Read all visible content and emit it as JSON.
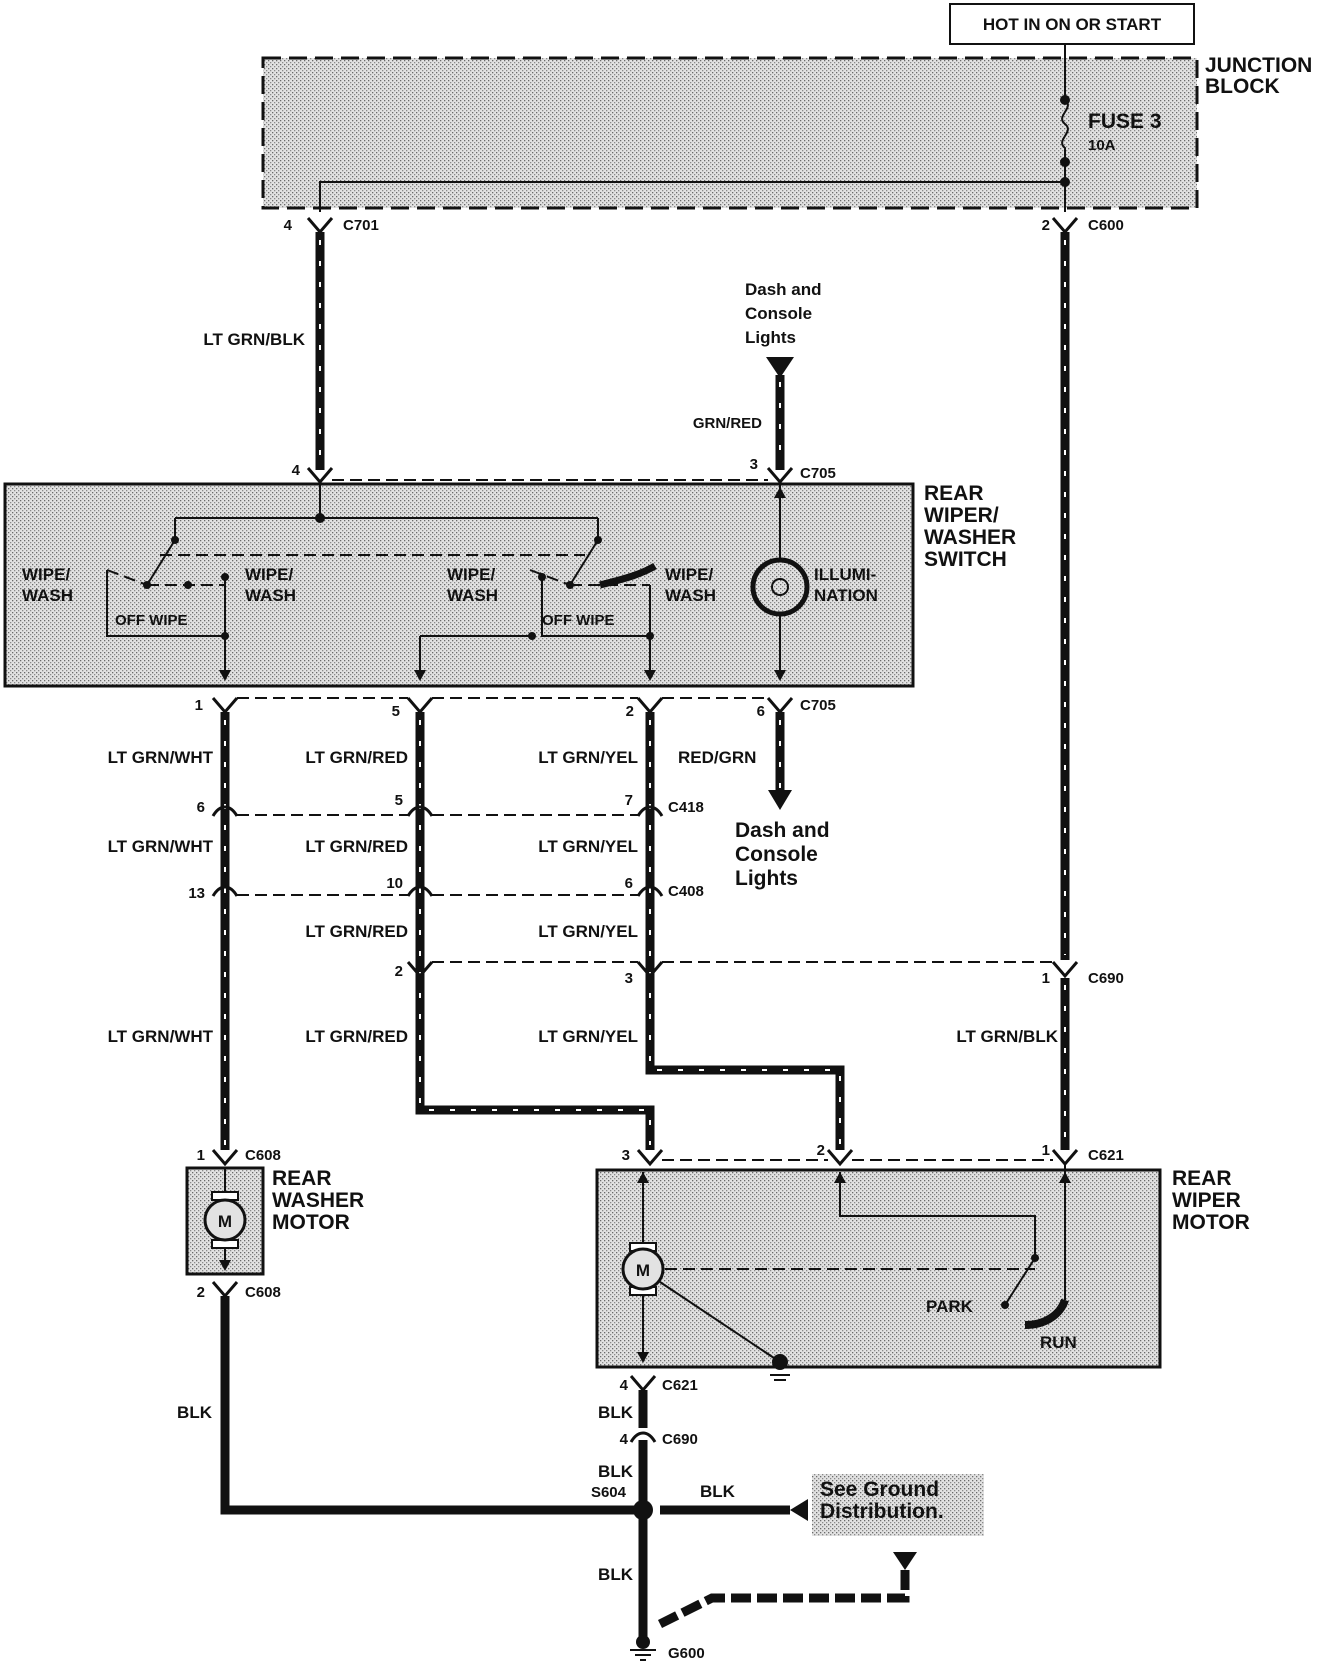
{
  "power": {
    "header": "HOT IN ON OR START"
  },
  "junction": {
    "line1": "JUNCTION",
    "line2": "BLOCK",
    "fuse_name": "FUSE 3",
    "fuse_rating": "10A"
  },
  "connectors": {
    "c701": "C701",
    "c600": "C600",
    "c705": "C705",
    "c418": "C418",
    "c408": "C408",
    "c690": "C690",
    "c608": "C608",
    "c621": "C621",
    "s604": "S604",
    "g600": "G600"
  },
  "pins": {
    "p4": "4",
    "p2": "2",
    "p3": "3",
    "p1": "1",
    "p5": "5",
    "p6": "6",
    "p7": "7",
    "p13": "13",
    "p10": "10"
  },
  "wires": {
    "ltgrn_blk": "LT GRN/BLK",
    "grn_red": "GRN/RED",
    "ltgrn_wht": "LT GRN/WHT",
    "ltgrn_red": "LT GRN/RED",
    "ltgrn_yel": "LT GRN/YEL",
    "red_grn": "RED/GRN",
    "blk": "BLK"
  },
  "dash_lights": {
    "line1": "Dash and",
    "line2": "Console",
    "line3": "Lights"
  },
  "switch": {
    "title1": "REAR",
    "title2": "WIPER/",
    "title3": "WASHER",
    "title4": "SWITCH",
    "wipe": "WIPE/",
    "wash": "WASH",
    "off_wipe": "OFF WIPE",
    "illum1": "ILLUMI-",
    "illum2": "NATION"
  },
  "washer_motor": {
    "line1": "REAR",
    "line2": "WASHER",
    "line3": "MOTOR",
    "symbol": "M"
  },
  "wiper_motor": {
    "line1": "REAR",
    "line2": "WIPER",
    "line3": "MOTOR",
    "symbol": "M",
    "park": "PARK",
    "run": "RUN"
  },
  "ground_ref": {
    "line1": "See Ground",
    "line2": "Distribution."
  }
}
